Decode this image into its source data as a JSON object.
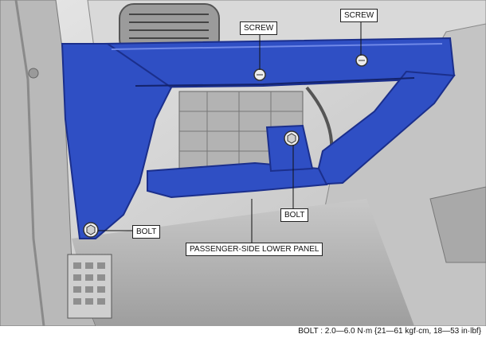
{
  "labels": {
    "screw_left": "SCREW",
    "screw_right": "SCREW",
    "bolt_lower": "BOLT",
    "bolt_center": "BOLT",
    "panel": "PASSENGER-SIDE LOWER PANEL"
  },
  "torque_spec": "BOLT : 2.0—6.0 N·m {21—61 kgf·cm, 18—53 in·lbf}",
  "colors": {
    "panel_blue": "#2f4fc4",
    "panel_blue_dark": "#1b2f8c",
    "background_gray": "#cfcfcf"
  }
}
